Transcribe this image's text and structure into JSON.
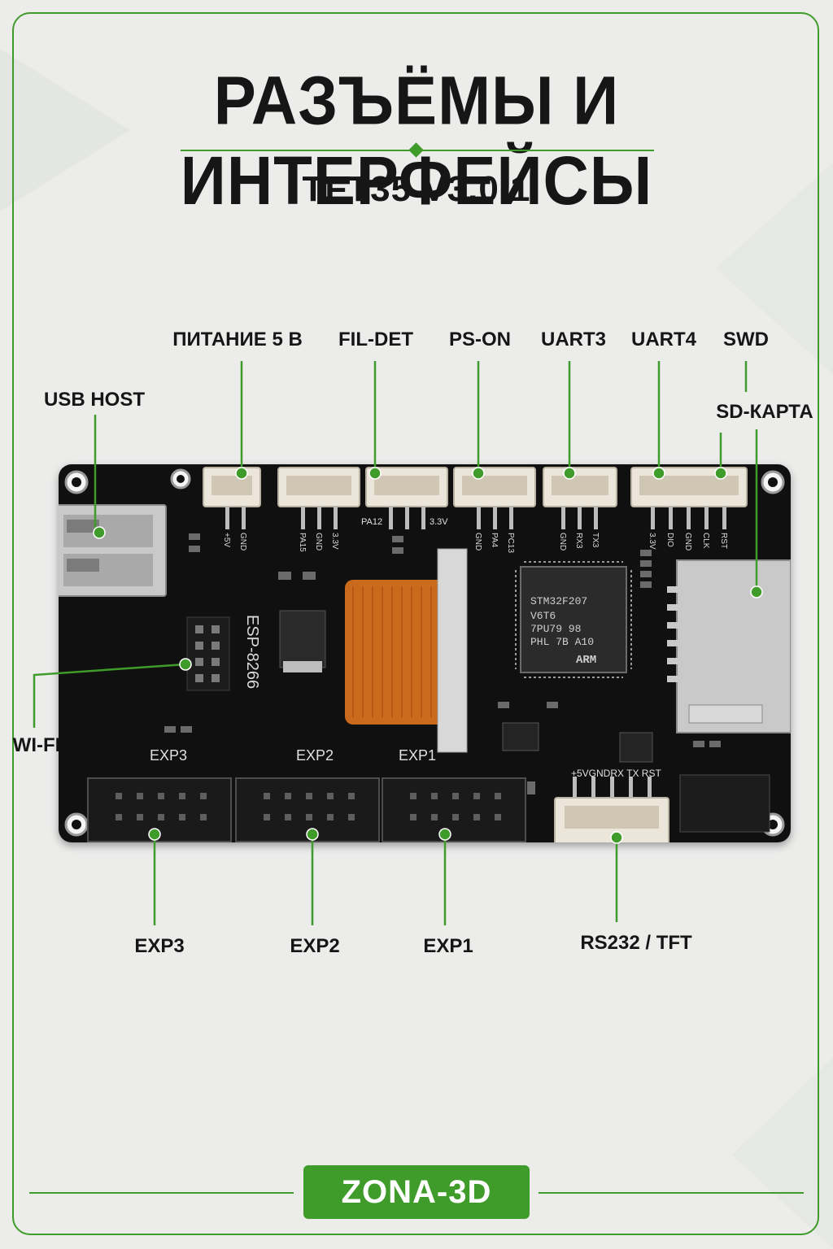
{
  "header": {
    "title": "РАЗЪЁМЫ И ИНТЕРФЕЙСЫ",
    "subtitle": "TFT35  V3.0.1"
  },
  "callouts": {
    "power": "ПИТАНИЕ 5 В",
    "fil_det": "FIL-DET",
    "ps_on": "PS-ON",
    "uart3": "UART3",
    "uart4": "UART4",
    "swd": "SWD",
    "sd_card": "SD-КАРТА",
    "usb_host": "USB HOST",
    "wifi": "WI-FI",
    "exp3": "EXP3",
    "exp2": "EXP2",
    "exp1": "EXP1",
    "rs232": "RS232 / TFT"
  },
  "board_silkscreen": {
    "esp": "ESP-8266",
    "exp3": "EXP3",
    "exp2": "EXP2",
    "exp1": "EXP1",
    "rs232_pins": "+5VGNDRX TX RST",
    "chip_line1": "STM32F207",
    "chip_line2": "V6T6",
    "chip_line3": "7PU79 98",
    "chip_line4": "PHL 7B A10",
    "chip_brand": "ARM",
    "power_pins": [
      "+5V",
      "GND"
    ],
    "fil_pins": [
      "PA15",
      "GND",
      "3.3V"
    ],
    "pa12": "PA12",
    "v33": "3.3V",
    "ps_pins": [
      "GND",
      "PA4",
      "PC13"
    ],
    "uart3_pins": [
      "GND",
      "RX3",
      "TX3"
    ],
    "uart4_pins": [
      "3.3V",
      "DIO",
      "GND",
      "CLK",
      "RST"
    ]
  },
  "footer": {
    "brand": "ZONA-3D"
  },
  "colors": {
    "accent": "#3f9b2a",
    "board": "#101010",
    "connector": "#ece6da",
    "ribbon": "#c96a1c"
  }
}
